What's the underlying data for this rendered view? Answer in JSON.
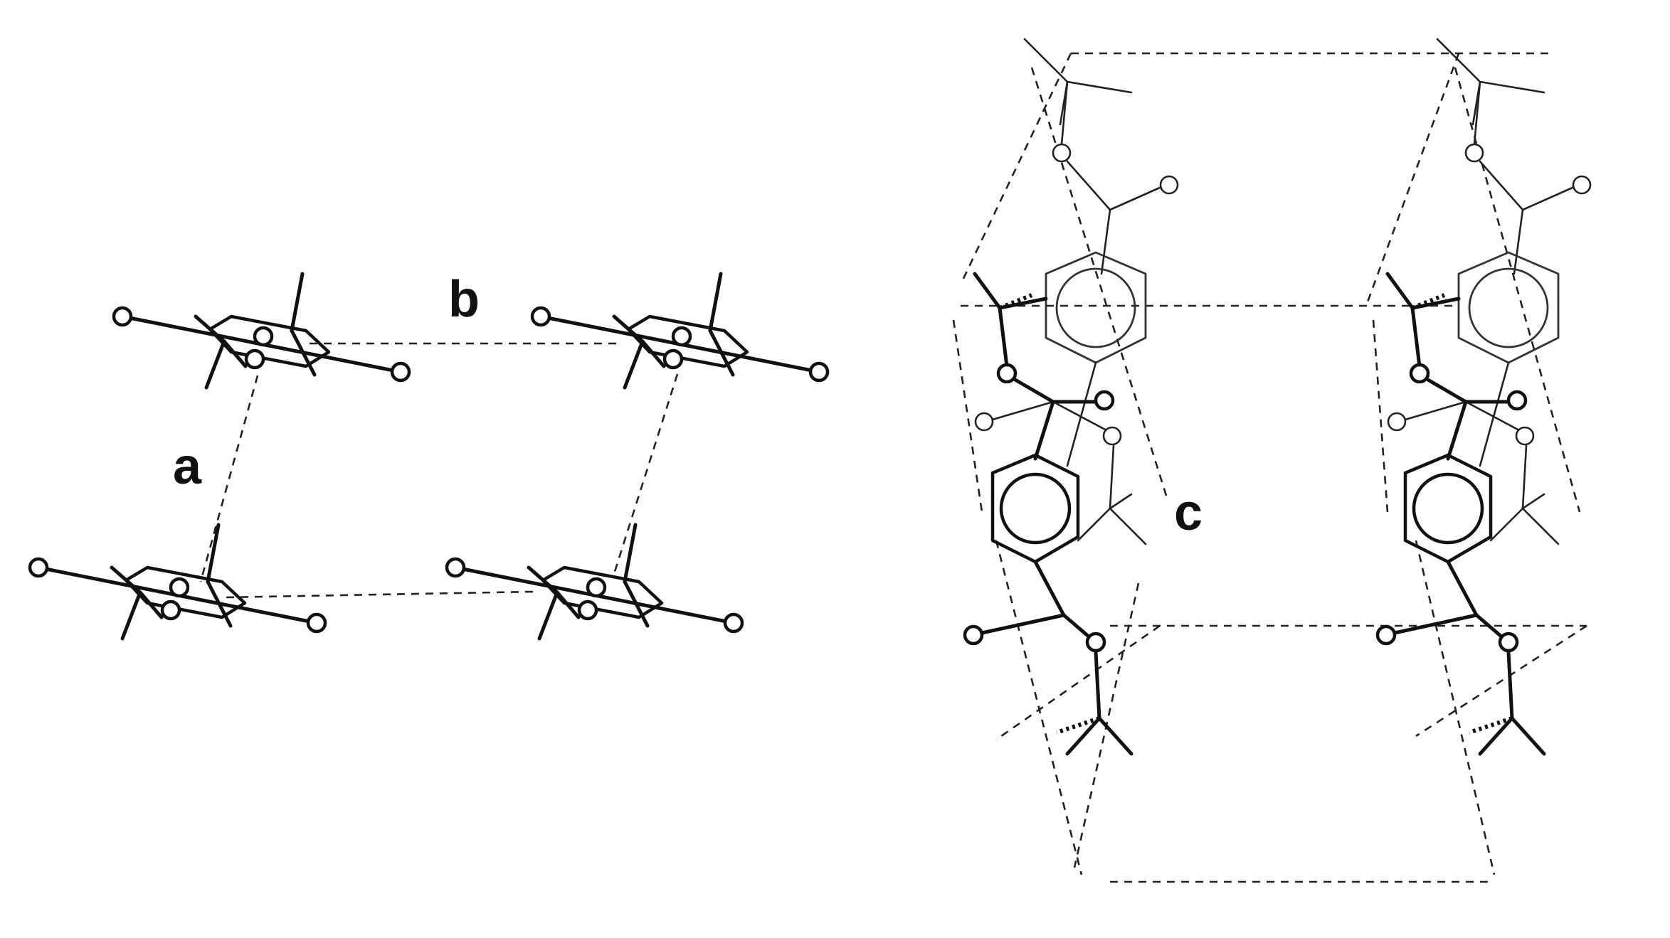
{
  "figure": {
    "panels": [
      {
        "id": "left",
        "axis_labels": [
          "b",
          "a"
        ]
      },
      {
        "id": "right",
        "axis_labels": [
          "c"
        ]
      }
    ]
  }
}
